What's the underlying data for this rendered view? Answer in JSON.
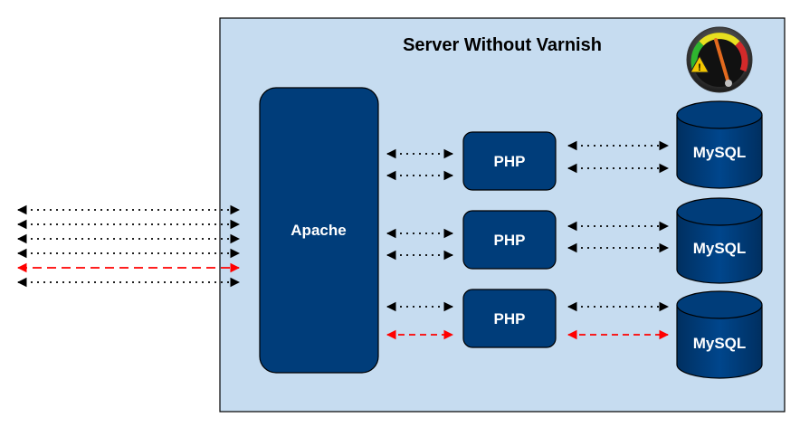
{
  "title": "Server Without Varnish",
  "nodes": {
    "apache": "Apache",
    "php": [
      "PHP",
      "PHP",
      "PHP"
    ],
    "mysql": [
      "MySQL",
      "MySQL",
      "MySQL"
    ]
  },
  "icons": {
    "gauge": "speed-gauge-warning-icon"
  },
  "colors": {
    "server_bg": "#c6dcf0",
    "node_fill": "#003d7a",
    "normal_arrow": "#000000",
    "slow_arrow": "#ff0000"
  }
}
